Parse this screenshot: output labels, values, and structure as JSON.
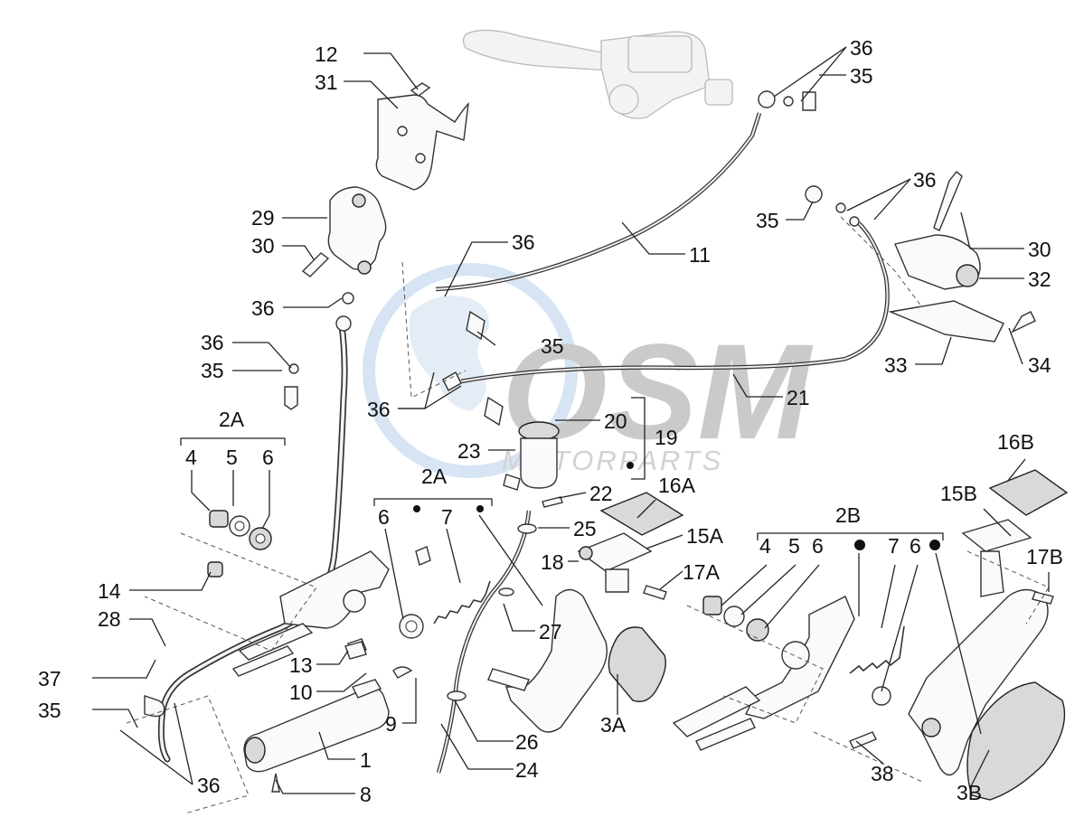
{
  "watermark": {
    "brand": "OSM",
    "subtitle": "MOTORPARTS"
  },
  "callouts": [
    {
      "id": "c12",
      "label": "12"
    },
    {
      "id": "c31",
      "label": "31"
    },
    {
      "id": "c29",
      "label": "29"
    },
    {
      "id": "c30a",
      "label": "30"
    },
    {
      "id": "c36a",
      "label": "36"
    },
    {
      "id": "c36b",
      "label": "36"
    },
    {
      "id": "c35a",
      "label": "35"
    },
    {
      "id": "c2Aa",
      "label": "2A"
    },
    {
      "id": "c4a",
      "label": "4"
    },
    {
      "id": "c5a",
      "label": "5"
    },
    {
      "id": "c6a",
      "label": "6"
    },
    {
      "id": "c14",
      "label": "14"
    },
    {
      "id": "c28",
      "label": "28"
    },
    {
      "id": "c37",
      "label": "37"
    },
    {
      "id": "c35b",
      "label": "35"
    },
    {
      "id": "c36c",
      "label": "36"
    },
    {
      "id": "c36d",
      "label": "36"
    },
    {
      "id": "c35c",
      "label": "35"
    },
    {
      "id": "c36e",
      "label": "36"
    },
    {
      "id": "c11",
      "label": "11"
    },
    {
      "id": "c36f",
      "label": "36"
    },
    {
      "id": "c35d",
      "label": "35"
    },
    {
      "id": "c36g",
      "label": "36"
    },
    {
      "id": "c35e",
      "label": "35"
    },
    {
      "id": "c30b",
      "label": "30"
    },
    {
      "id": "c32",
      "label": "32"
    },
    {
      "id": "c33",
      "label": "33"
    },
    {
      "id": "c34",
      "label": "34"
    },
    {
      "id": "c21",
      "label": "21"
    },
    {
      "id": "c20",
      "label": "20"
    },
    {
      "id": "c19",
      "label": "19"
    },
    {
      "id": "c23",
      "label": "23"
    },
    {
      "id": "c2Ab",
      "label": "2A"
    },
    {
      "id": "c22",
      "label": "22"
    },
    {
      "id": "c16A",
      "label": "16A"
    },
    {
      "id": "c6b",
      "label": "6"
    },
    {
      "id": "c7a",
      "label": "7"
    },
    {
      "id": "c25",
      "label": "25"
    },
    {
      "id": "c15A",
      "label": "15A"
    },
    {
      "id": "c18",
      "label": "18"
    },
    {
      "id": "c17A",
      "label": "17A"
    },
    {
      "id": "c27",
      "label": "27"
    },
    {
      "id": "c13",
      "label": "13"
    },
    {
      "id": "c10",
      "label": "10"
    },
    {
      "id": "c9",
      "label": "9"
    },
    {
      "id": "c1",
      "label": "1"
    },
    {
      "id": "c8",
      "label": "8"
    },
    {
      "id": "c26",
      "label": "26"
    },
    {
      "id": "c24",
      "label": "24"
    },
    {
      "id": "c3A",
      "label": "3A"
    },
    {
      "id": "c2B",
      "label": "2B"
    },
    {
      "id": "c4b",
      "label": "4"
    },
    {
      "id": "c5b",
      "label": "5"
    },
    {
      "id": "c6c",
      "label": "6"
    },
    {
      "id": "c7b",
      "label": "7"
    },
    {
      "id": "c6d",
      "label": "6"
    },
    {
      "id": "c16B",
      "label": "16B"
    },
    {
      "id": "c15B",
      "label": "15B"
    },
    {
      "id": "c17B",
      "label": "17B"
    },
    {
      "id": "c38",
      "label": "38"
    },
    {
      "id": "c3B",
      "label": "3B"
    }
  ]
}
